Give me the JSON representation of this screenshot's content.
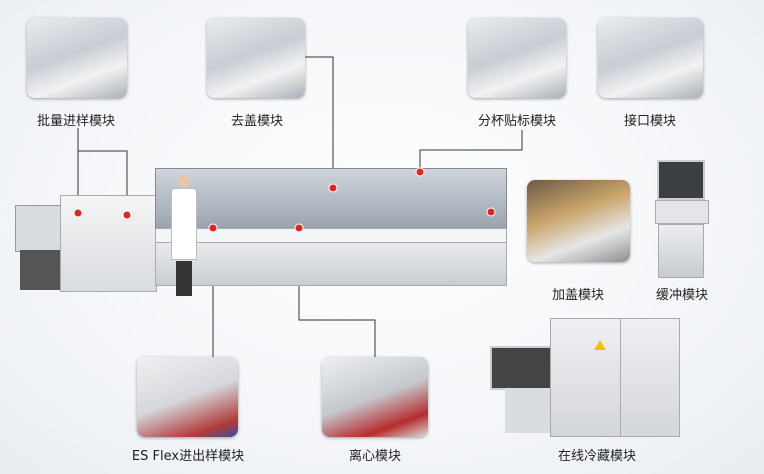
{
  "modules": {
    "bulk_input": "批量进样模块",
    "decapper": "去盖模块",
    "aliquot_labeler": "分杯贴标模块",
    "interface": "接口模块",
    "recapper": "加盖模块",
    "buffer": "缓冲模块",
    "es_flex_io": "ES Flex进出样模块",
    "centrifuge": "离心模块",
    "refrigerated_storage": "在线冷藏模块"
  },
  "colors": {
    "marker": "#e2261d",
    "line": "#333333",
    "machine": "#e6e8eb"
  }
}
